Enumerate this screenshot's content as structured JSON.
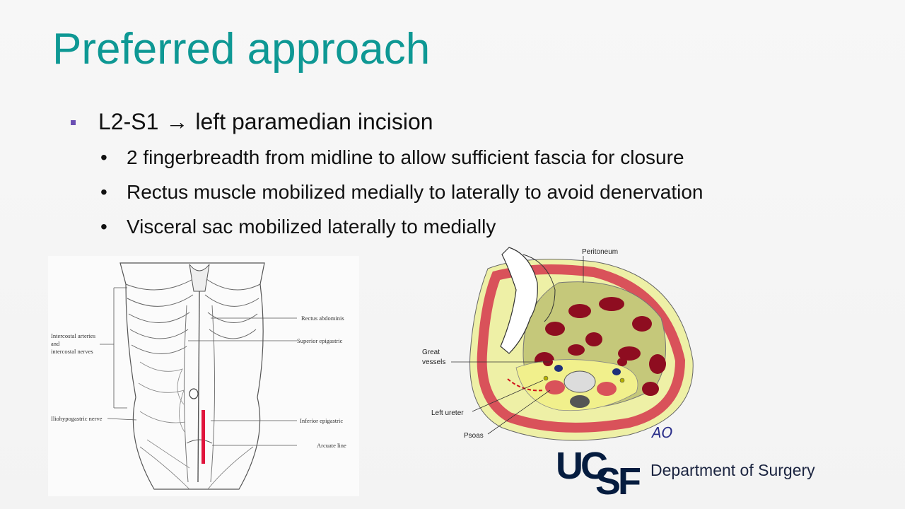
{
  "slide": {
    "title": "Preferred approach",
    "bullet_main": {
      "lead": "L2-S1",
      "arrow": "→",
      "text": "left paramedian incision"
    },
    "sub_bullets": [
      "2 fingerbreadth from midline to allow sufficient fascia for closure",
      "Rectus muscle mobilized medially to laterally to avoid denervation",
      "Visceral sac mobilized laterally to medially"
    ],
    "sub_bullet_symbol": "•"
  },
  "left_figure": {
    "labels": {
      "intercostal_1": "Intercostal arteries",
      "intercostal_2": "and",
      "intercostal_3": "intercostal nerves",
      "iliohypogastric": "Iliohypogastric nerve",
      "rectus": "Rectus abdominis",
      "superior": "Superior epigastric",
      "inferior": "Inferior epigastric",
      "arcuate": "Arcuate line"
    },
    "incision_color": "#e0143c"
  },
  "right_figure": {
    "labels": {
      "peritoneum": "Peritoneum",
      "great_1": "Great",
      "great_2": "vessels",
      "ureter": "Left ureter",
      "psoas": "Psoas"
    }
  },
  "footer": {
    "initials": "AO",
    "logo_top": "UC",
    "logo_bottom": "SF",
    "department": "Department of Surgery"
  },
  "colors": {
    "title": "#0e9894",
    "bullet_marker": "#6a4fb3",
    "logo": "#051c3f"
  }
}
